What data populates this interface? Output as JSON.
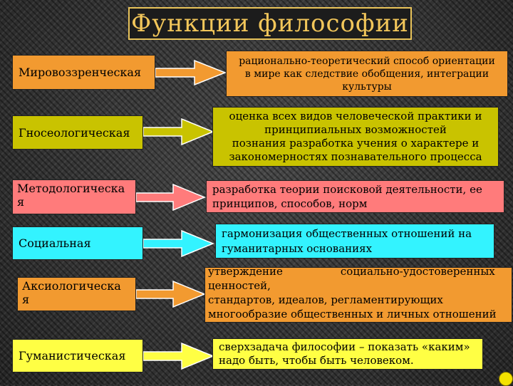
{
  "title": "Функции философии",
  "rows": [
    {
      "function": "Мировоззренческая",
      "description": [
        "рационально-теоретический способ ориентации",
        "в мире как следствие обобщения, интеграции",
        "культуры"
      ]
    },
    {
      "function": "Гносеологическая",
      "description": [
        "оценка всех видов человеческой практики и",
        "принципиальных возможностей",
        "познания разработка учения о характере и",
        "закономерностях познавательного процесса"
      ]
    },
    {
      "function_lines": [
        "Методологическа",
        "я"
      ],
      "description": [
        "разработка теории поисковой деятельности, ее",
        "принципов, способов,  норм"
      ]
    },
    {
      "function": "Социальная",
      "description": [
        "гармонизация общественных отношений на",
        "гуманитарных основаниях"
      ]
    },
    {
      "function_lines": [
        "Аксиологическа",
        "я"
      ],
      "description": [
        "утверждение                 социально-удостоверенных",
        "ценностей,",
        "стандартов, идеалов, регламентирующих",
        "многообразие общественных и личных отношений"
      ]
    },
    {
      "function": "Гуманистическая",
      "description": [
        "сверхзадача философии – показать «каким»",
        "надо быть, чтобы быть человеком."
      ]
    }
  ],
  "colors": {
    "title_text": "#f2c65a",
    "row1": "#f29a30",
    "row2": "#c9c300",
    "row3": "#ff7b7b",
    "row4": "#33f3ff",
    "row5": "#f29a30",
    "row6": "#ffff44"
  }
}
